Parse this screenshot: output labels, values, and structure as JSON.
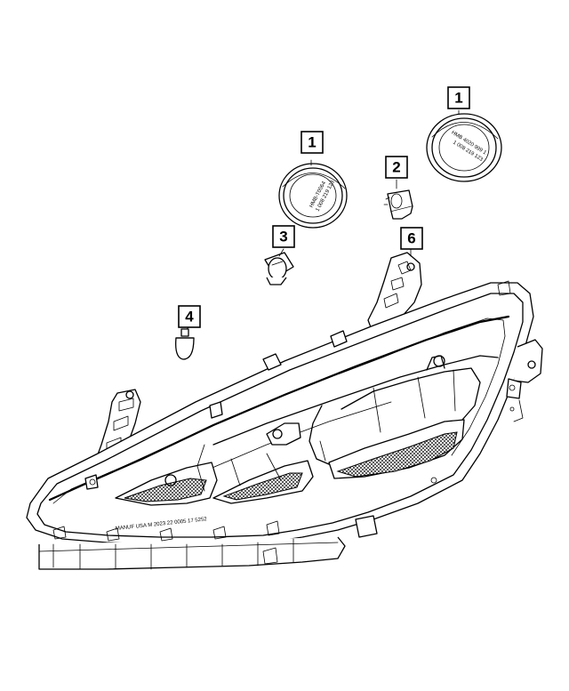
{
  "callouts": [
    {
      "id": "c1a",
      "label": "1"
    },
    {
      "id": "c1b",
      "label": "1"
    },
    {
      "id": "c2",
      "label": "2"
    },
    {
      "id": "c3",
      "label": "3"
    },
    {
      "id": "c4",
      "label": "4"
    },
    {
      "id": "c6",
      "label": "6"
    }
  ]
}
